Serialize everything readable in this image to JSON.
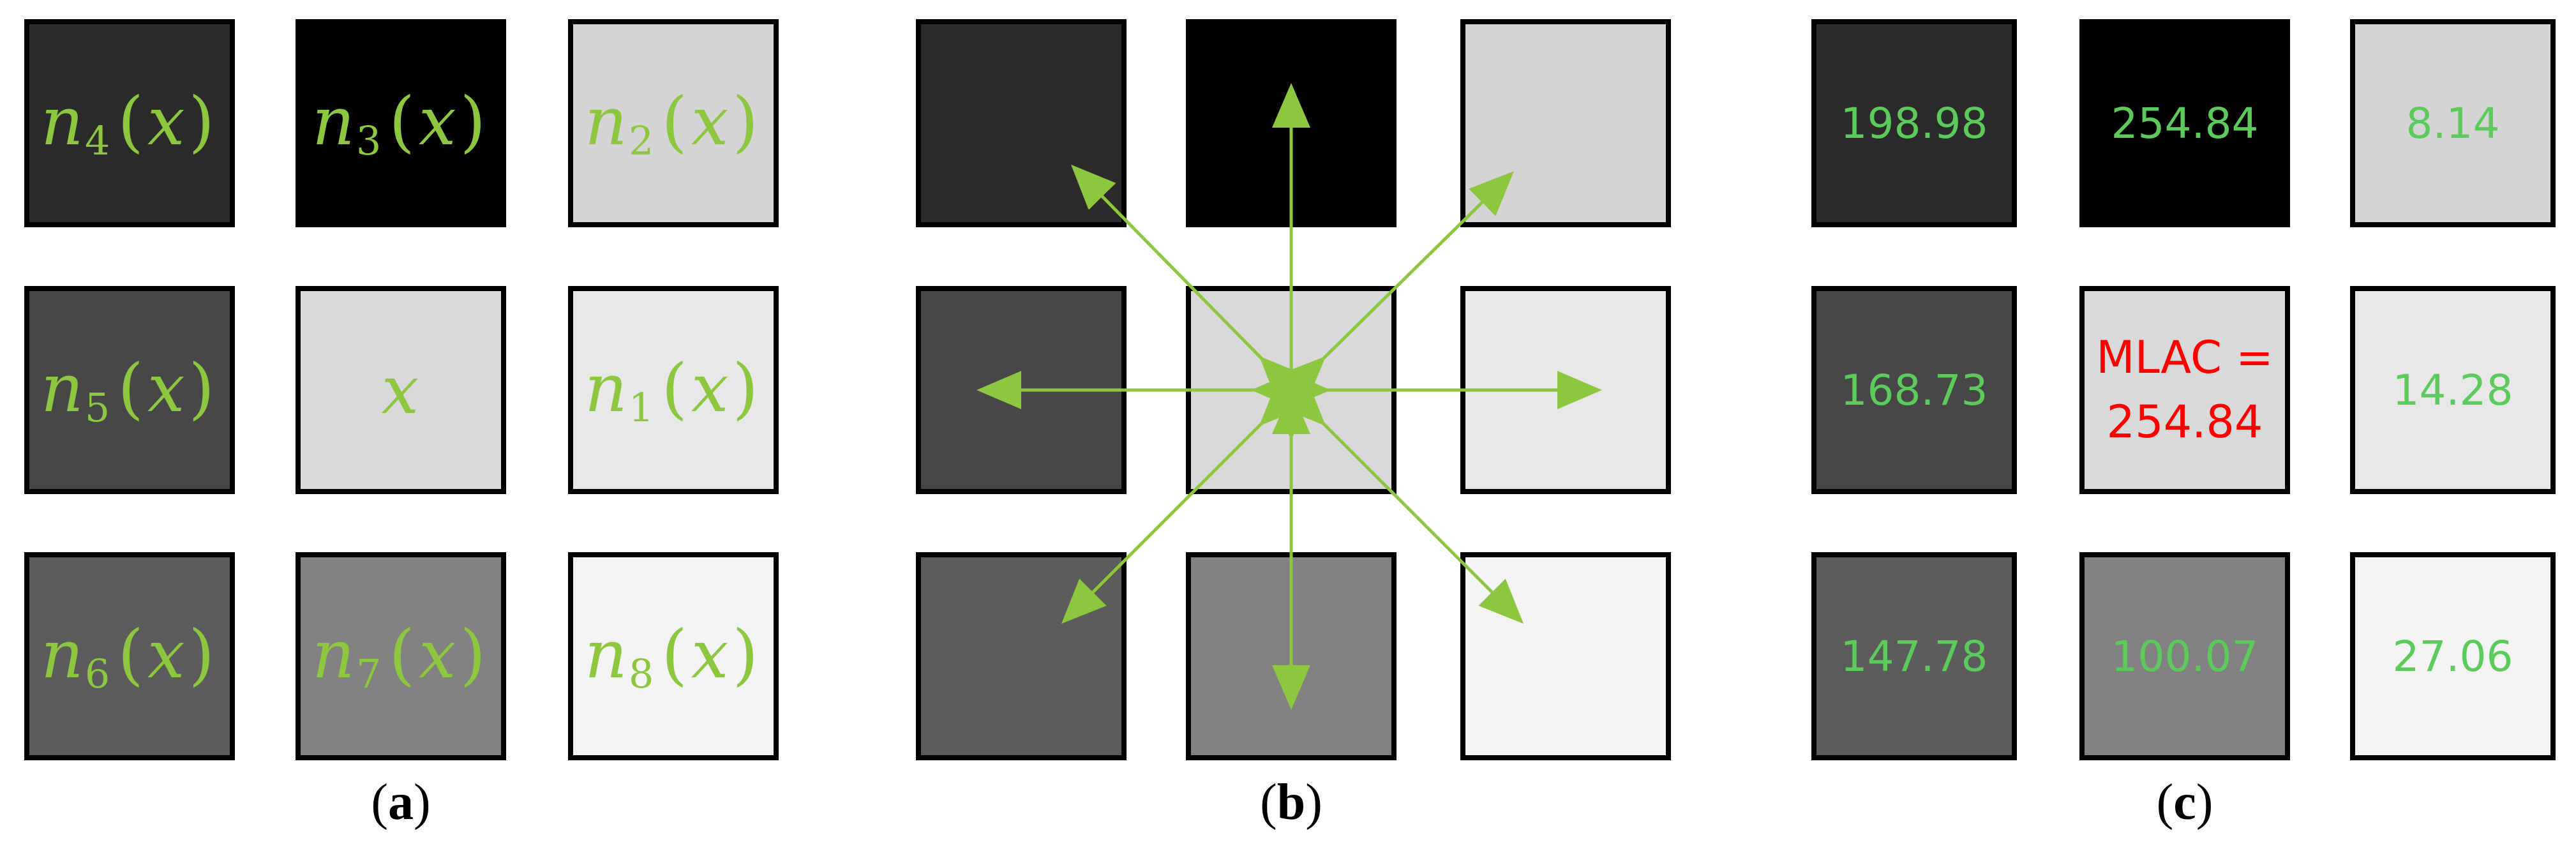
{
  "colors": {
    "label_green": "#8DC63F",
    "value_green": "#5CCB5C",
    "result_red": "#FF0000",
    "border": "#000000"
  },
  "shades": {
    "r0": [
      "#2B2B2B",
      "#000000",
      "#D4D4D4"
    ],
    "r1": [
      "#474747",
      "#D9D9D9",
      "#E8E8E8"
    ],
    "r2": [
      "#5C5C5C",
      "#828282",
      "#F3F3F3"
    ]
  },
  "panel_a": {
    "caption": {
      "open": "(",
      "letter": "a",
      "close": ")"
    },
    "cells": {
      "n4": {
        "base": "n",
        "sub": "4",
        "arg": "x"
      },
      "n3": {
        "base": "n",
        "sub": "3",
        "arg": "x"
      },
      "n2": {
        "base": "n",
        "sub": "2",
        "arg": "x"
      },
      "n5": {
        "base": "n",
        "sub": "5",
        "arg": "x"
      },
      "center": "x",
      "n1": {
        "base": "n",
        "sub": "1",
        "arg": "x"
      },
      "n6": {
        "base": "n",
        "sub": "6",
        "arg": "x"
      },
      "n7": {
        "base": "n",
        "sub": "7",
        "arg": "x"
      },
      "n8": {
        "base": "n",
        "sub": "8",
        "arg": "x"
      }
    },
    "paren_open": "(",
    "paren_close": ")"
  },
  "panel_b": {
    "caption": {
      "open": "(",
      "letter": "b",
      "close": ")"
    },
    "arrow_color": "#8DC63F"
  },
  "panel_c": {
    "caption": {
      "open": "(",
      "letter": "c",
      "close": ")"
    },
    "values": {
      "n4": "198.98",
      "n3": "254.84",
      "n2": "8.14",
      "n5": "168.73",
      "n1": "14.28",
      "n6": "147.78",
      "n7": "100.07",
      "n8": "27.06"
    },
    "center_line1": "MLAC =",
    "center_line2": "254.84"
  }
}
